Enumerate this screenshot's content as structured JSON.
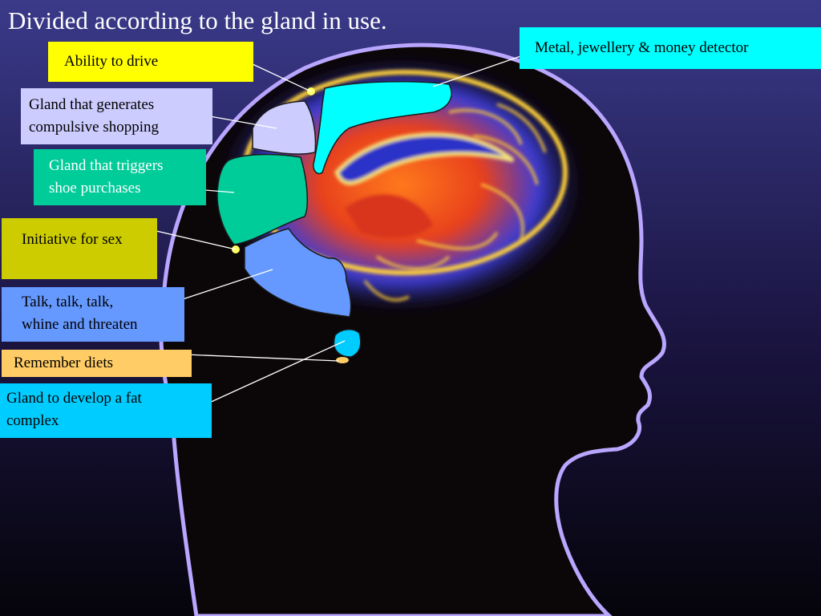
{
  "slide": {
    "title": "Divided according to the gland in use."
  },
  "labels": {
    "drive": {
      "text": "Ability to drive",
      "color": "#ffff00",
      "text_color": "#000000"
    },
    "shopping": {
      "lines": [
        "Gland that generates",
        "compulsive shopping"
      ],
      "color": "#ccccff",
      "text_color": "#000000"
    },
    "shoes": {
      "lines": [
        "Gland that triggers",
        "shoe purchases"
      ],
      "color": "#00cc99",
      "text_color": "#ffffff"
    },
    "sex": {
      "text": "Initiative for sex",
      "color": "#cccc00",
      "text_color": "#000000"
    },
    "talk": {
      "lines": [
        "Talk, talk, talk,",
        "whine and threaten"
      ],
      "color": "#6699ff",
      "text_color": "#000000"
    },
    "diets": {
      "text": "Remember diets",
      "color": "#ffcc66",
      "text_color": "#000000"
    },
    "fat": {
      "lines": [
        "Gland to develop a fat",
        "complex"
      ],
      "color": "#00ccff",
      "text_color": "#000000"
    },
    "detector": {
      "text": "Metal, jewellery & money detector",
      "color": "#00ffff",
      "text_color": "#000000"
    }
  },
  "regions": {
    "detector": "#00ffff",
    "shopping": "#ccccff",
    "shoes": "#00cc99",
    "talk": "#6699ff",
    "fat": "#00ccff",
    "diets": "#ffcc66",
    "dots": "#ffff66"
  },
  "scene_colors": {
    "background_top": "#3a3a8a",
    "background_mid": "#1a1440",
    "head_fill": "#0b0608",
    "head_outline": "#b9a6ff"
  }
}
